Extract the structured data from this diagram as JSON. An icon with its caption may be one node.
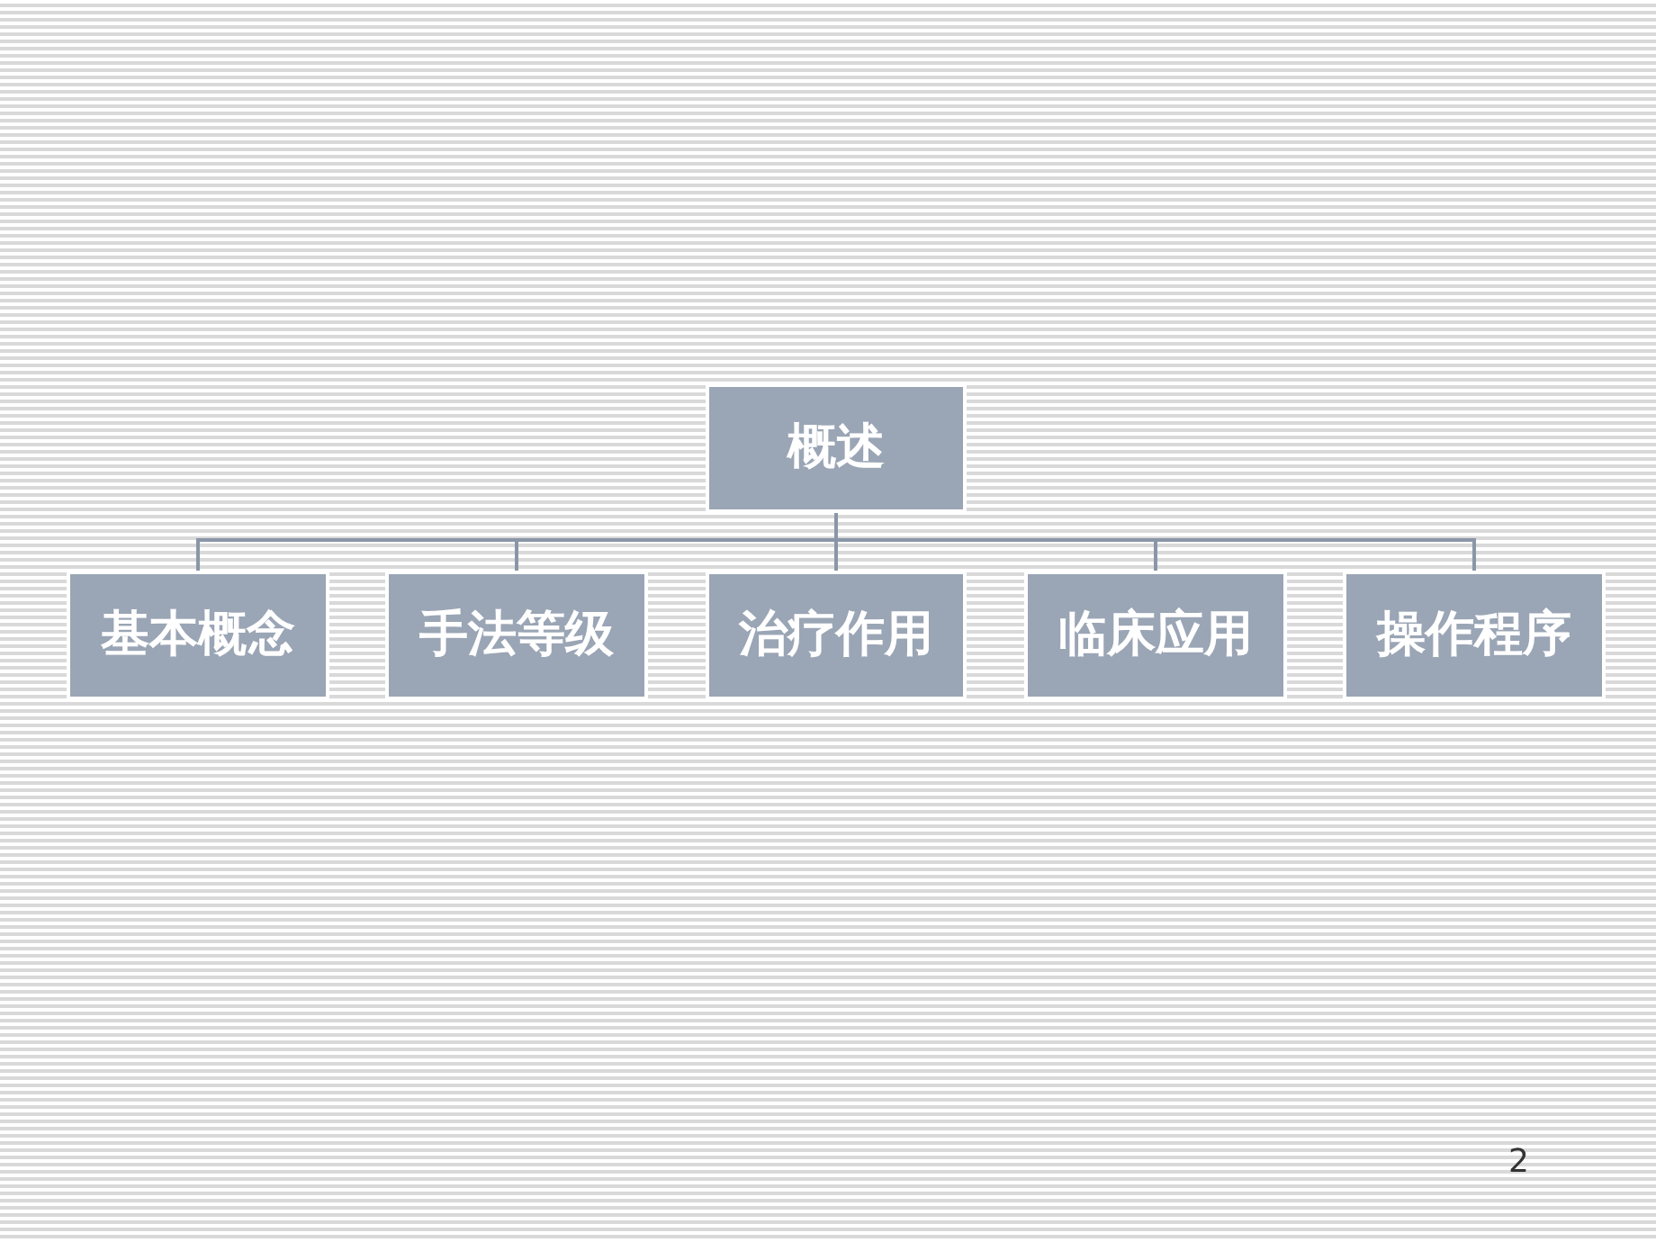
{
  "diagram": {
    "nodes": [
      {
        "text": [
          "概述"
        ]
      },
      {
        "text": [
          "基本概念"
        ]
      },
      {
        "text": [
          "手法等级"
        ]
      },
      {
        "text": [
          "治疗作用"
        ]
      },
      {
        "text": [
          "临床应用"
        ]
      },
      {
        "text": [
          "操作程序"
        ]
      }
    ],
    "edges": [
      {
        "from": 0,
        "to": 1,
        "arrow": "none"
      },
      {
        "from": 0,
        "to": 2,
        "arrow": "none"
      },
      {
        "from": 0,
        "to": 3,
        "arrow": "none"
      },
      {
        "from": 0,
        "to": 4,
        "arrow": "none"
      },
      {
        "from": 0,
        "to": 5,
        "arrow": "none"
      }
    ],
    "labels": [
      "2"
    ]
  }
}
